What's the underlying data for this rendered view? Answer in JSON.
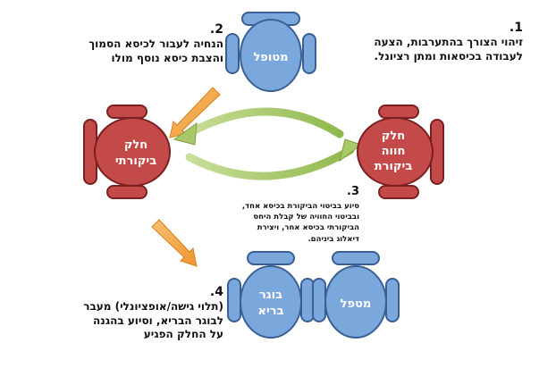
{
  "notes": {
    "n1": {
      "num": "1.",
      "lines": [
        "זיהוי הצורך בהתערבות, הצעה",
        "לעבודה בכיסאות ומתן רציונל."
      ]
    },
    "n2": {
      "num": "2.",
      "lines": [
        "הנחיה לעבור לכיסא הסמוך",
        "והצבת כיסא נוסף מולו"
      ]
    },
    "n3": {
      "num": "3.",
      "lines": [
        "סיוע בביטוי הביקורת בכיסא אחד,",
        "ובביטוי החוויה של קבלת היחס",
        "הביקורתי בכיסא אחר, ויצירת",
        "דיאלוג ביניהם."
      ]
    },
    "n4": {
      "num": "4.",
      "lines": [
        "(תלוי גישה/אופציונלי) מעבר",
        "לבוגר הבריא, וסיוע בהגנה",
        "על החלק הפגיע"
      ]
    }
  },
  "chairs": {
    "therapist_top": {
      "lines": [
        "מטופל"
      ]
    },
    "critic": {
      "lines": [
        "חלק",
        "ביקורתי"
      ]
    },
    "experiencer": {
      "lines": [
        "חלק",
        "חווה",
        "ביקורת"
      ]
    },
    "healthy_adult": {
      "lines": [
        "בוגר",
        "בריא"
      ]
    },
    "therapist_bottom": {
      "lines": [
        "מטפל"
      ]
    }
  },
  "colors": {
    "blue_fill": "#7aa7dc",
    "blue_stroke": "#3a5f95",
    "red_fill": "#c44a4a",
    "red_stroke": "#7a2020",
    "orange_arrow": "#f0a040",
    "green_arrow": "#9ac05a"
  }
}
